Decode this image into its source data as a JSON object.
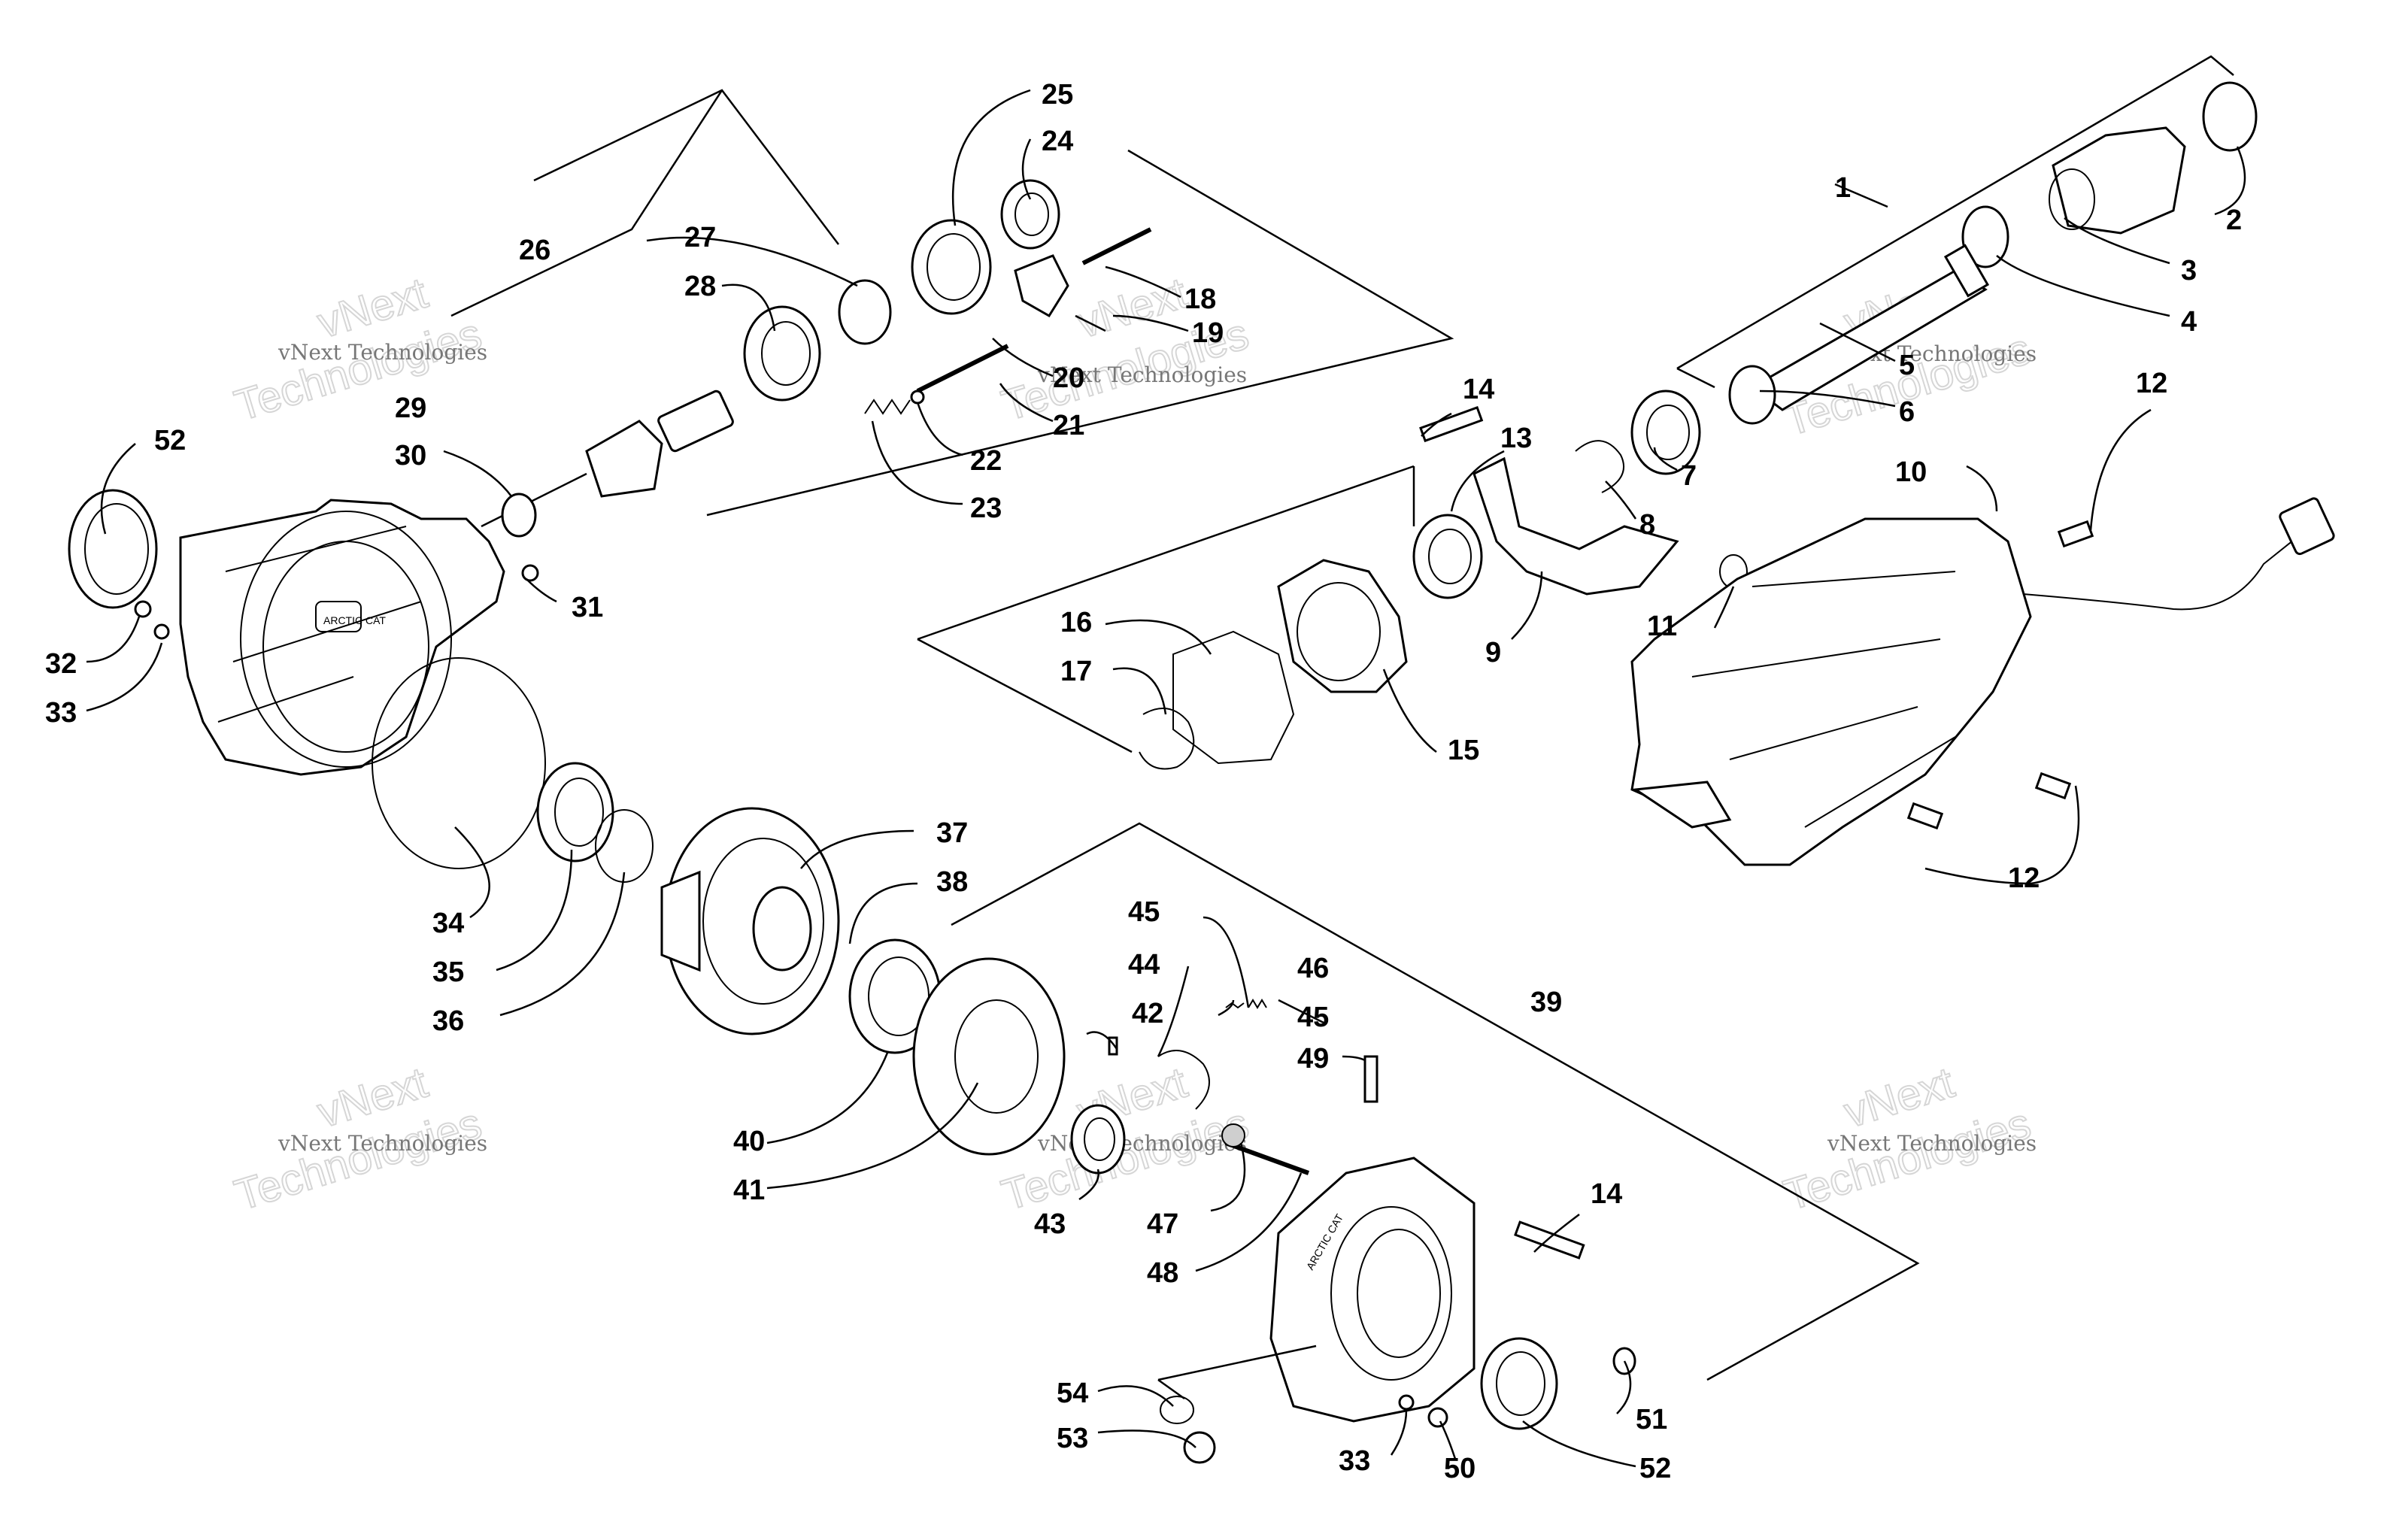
{
  "callouts": [
    {
      "id": "c1",
      "text": "1"
    },
    {
      "id": "c2",
      "text": "2"
    },
    {
      "id": "c3",
      "text": "3"
    },
    {
      "id": "c4",
      "text": "4"
    },
    {
      "id": "c5",
      "text": "5"
    },
    {
      "id": "c6",
      "text": "6"
    },
    {
      "id": "c7",
      "text": "7"
    },
    {
      "id": "c8",
      "text": "8"
    },
    {
      "id": "c9",
      "text": "9"
    },
    {
      "id": "c10",
      "text": "10"
    },
    {
      "id": "c11",
      "text": "11"
    },
    {
      "id": "c12a",
      "text": "12"
    },
    {
      "id": "c12b",
      "text": "12"
    },
    {
      "id": "c13",
      "text": "13"
    },
    {
      "id": "c14a",
      "text": "14"
    },
    {
      "id": "c14b",
      "text": "14"
    },
    {
      "id": "c15",
      "text": "15"
    },
    {
      "id": "c16",
      "text": "16"
    },
    {
      "id": "c17",
      "text": "17"
    },
    {
      "id": "c18",
      "text": "18"
    },
    {
      "id": "c19",
      "text": "19"
    },
    {
      "id": "c20",
      "text": "20"
    },
    {
      "id": "c21",
      "text": "21"
    },
    {
      "id": "c22",
      "text": "22"
    },
    {
      "id": "c23",
      "text": "23"
    },
    {
      "id": "c24",
      "text": "24"
    },
    {
      "id": "c25",
      "text": "25"
    },
    {
      "id": "c26",
      "text": "26"
    },
    {
      "id": "c27",
      "text": "27"
    },
    {
      "id": "c28",
      "text": "28"
    },
    {
      "id": "c29",
      "text": "29"
    },
    {
      "id": "c30",
      "text": "30"
    },
    {
      "id": "c31",
      "text": "31"
    },
    {
      "id": "c32",
      "text": "32"
    },
    {
      "id": "c33a",
      "text": "33"
    },
    {
      "id": "c33b",
      "text": "33"
    },
    {
      "id": "c34",
      "text": "34"
    },
    {
      "id": "c35",
      "text": "35"
    },
    {
      "id": "c36",
      "text": "36"
    },
    {
      "id": "c37",
      "text": "37"
    },
    {
      "id": "c38",
      "text": "38"
    },
    {
      "id": "c39",
      "text": "39"
    },
    {
      "id": "c40",
      "text": "40"
    },
    {
      "id": "c41",
      "text": "41"
    },
    {
      "id": "c42",
      "text": "42"
    },
    {
      "id": "c43",
      "text": "43"
    },
    {
      "id": "c44",
      "text": "44"
    },
    {
      "id": "c45a",
      "text": "45"
    },
    {
      "id": "c45b",
      "text": "45"
    },
    {
      "id": "c46",
      "text": "46"
    },
    {
      "id": "c47",
      "text": "47"
    },
    {
      "id": "c48",
      "text": "48"
    },
    {
      "id": "c49",
      "text": "49"
    },
    {
      "id": "c50",
      "text": "50"
    },
    {
      "id": "c51",
      "text": "51"
    },
    {
      "id": "c52a",
      "text": "52"
    },
    {
      "id": "c52b",
      "text": "52"
    },
    {
      "id": "c53",
      "text": "53"
    },
    {
      "id": "c54",
      "text": "54"
    }
  ],
  "watermark": {
    "line1": "vNext Technologies",
    "big1": "vNext",
    "big2": "Technologies"
  },
  "embossed_text": {
    "housing_brand": "ARCTIC CAT",
    "cover_brand": "ARCTIC CAT"
  },
  "colors": {
    "line": "#000000",
    "watermark_text": "#777777",
    "watermark_outline": "#d6d6d6"
  }
}
